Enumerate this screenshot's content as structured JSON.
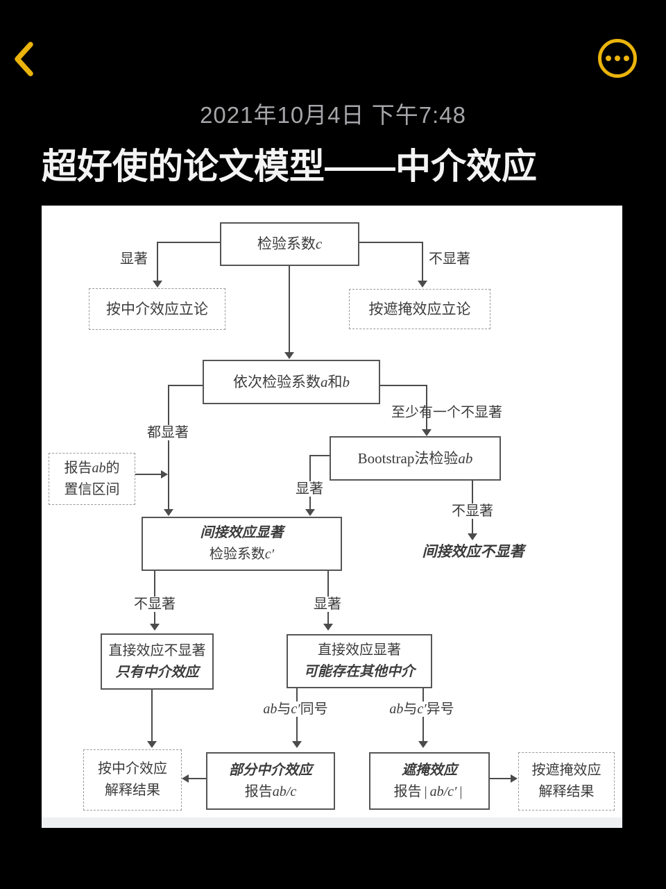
{
  "icons": {
    "back": "chevron-left",
    "more": "ellipsis-in-circle"
  },
  "colors": {
    "background": "#000000",
    "accent": "#EBB40D",
    "date_text": "#A6A6AA",
    "title_text": "#F4F4F4",
    "panel_bg": "#FFFFFF",
    "line": "#4B4B4B",
    "node_text": "#3B3B3B"
  },
  "note": {
    "date": "2021年10月4日 下午7:48",
    "title": "超好使的论文模型——中介效应"
  },
  "flow": {
    "box_c": [
      "检验系数",
      "c"
    ],
    "sig_left": "显著",
    "nonsig_right": "不显著",
    "basis_mediation": "按中介效应立论",
    "basis_mask": "按遮掩效应立论",
    "box_ab": [
      "依次检验系数",
      "a",
      "和",
      "b"
    ],
    "both_sig": "都显著",
    "at_least_one_nonsig": "至少有一个不显著",
    "box_bootstrap": [
      "Bootstrap",
      "法检验",
      "ab"
    ],
    "boot_sig": "显著",
    "boot_nonsig": "不显著",
    "indirect_nonsig": "间接效应不显著",
    "report_ab": {
      "l1": [
        "报告",
        "ab",
        "的"
      ],
      "l2": "置信区间"
    },
    "box_indirect": {
      "l1": "间接效应显著",
      "l2": [
        "检验系数",
        "c′"
      ]
    },
    "c_nonsig": "不显著",
    "c_sig": "显著",
    "box_direct_ns": {
      "l1": "直接效应不显著",
      "l2": "只有中介效应"
    },
    "box_direct_s": {
      "l1": "直接效应显著",
      "l2": "可能存在其他中介"
    },
    "same_sign": [
      "ab",
      "与",
      "c′",
      "同号"
    ],
    "diff_sign": [
      "ab",
      "与",
      "c′",
      "异号"
    ],
    "explain_mediation": {
      "l1": "按中介效应",
      "l2": "解释结果"
    },
    "box_partial": {
      "l1": "部分中介效应",
      "l2": [
        "报告",
        "ab/c"
      ]
    },
    "box_mask": {
      "l1": "遮掩效应",
      "l2": [
        "报告",
        "|",
        "ab/c′",
        "|"
      ]
    },
    "explain_mask": {
      "l1": "按遮掩效应",
      "l2": "解释结果"
    }
  }
}
